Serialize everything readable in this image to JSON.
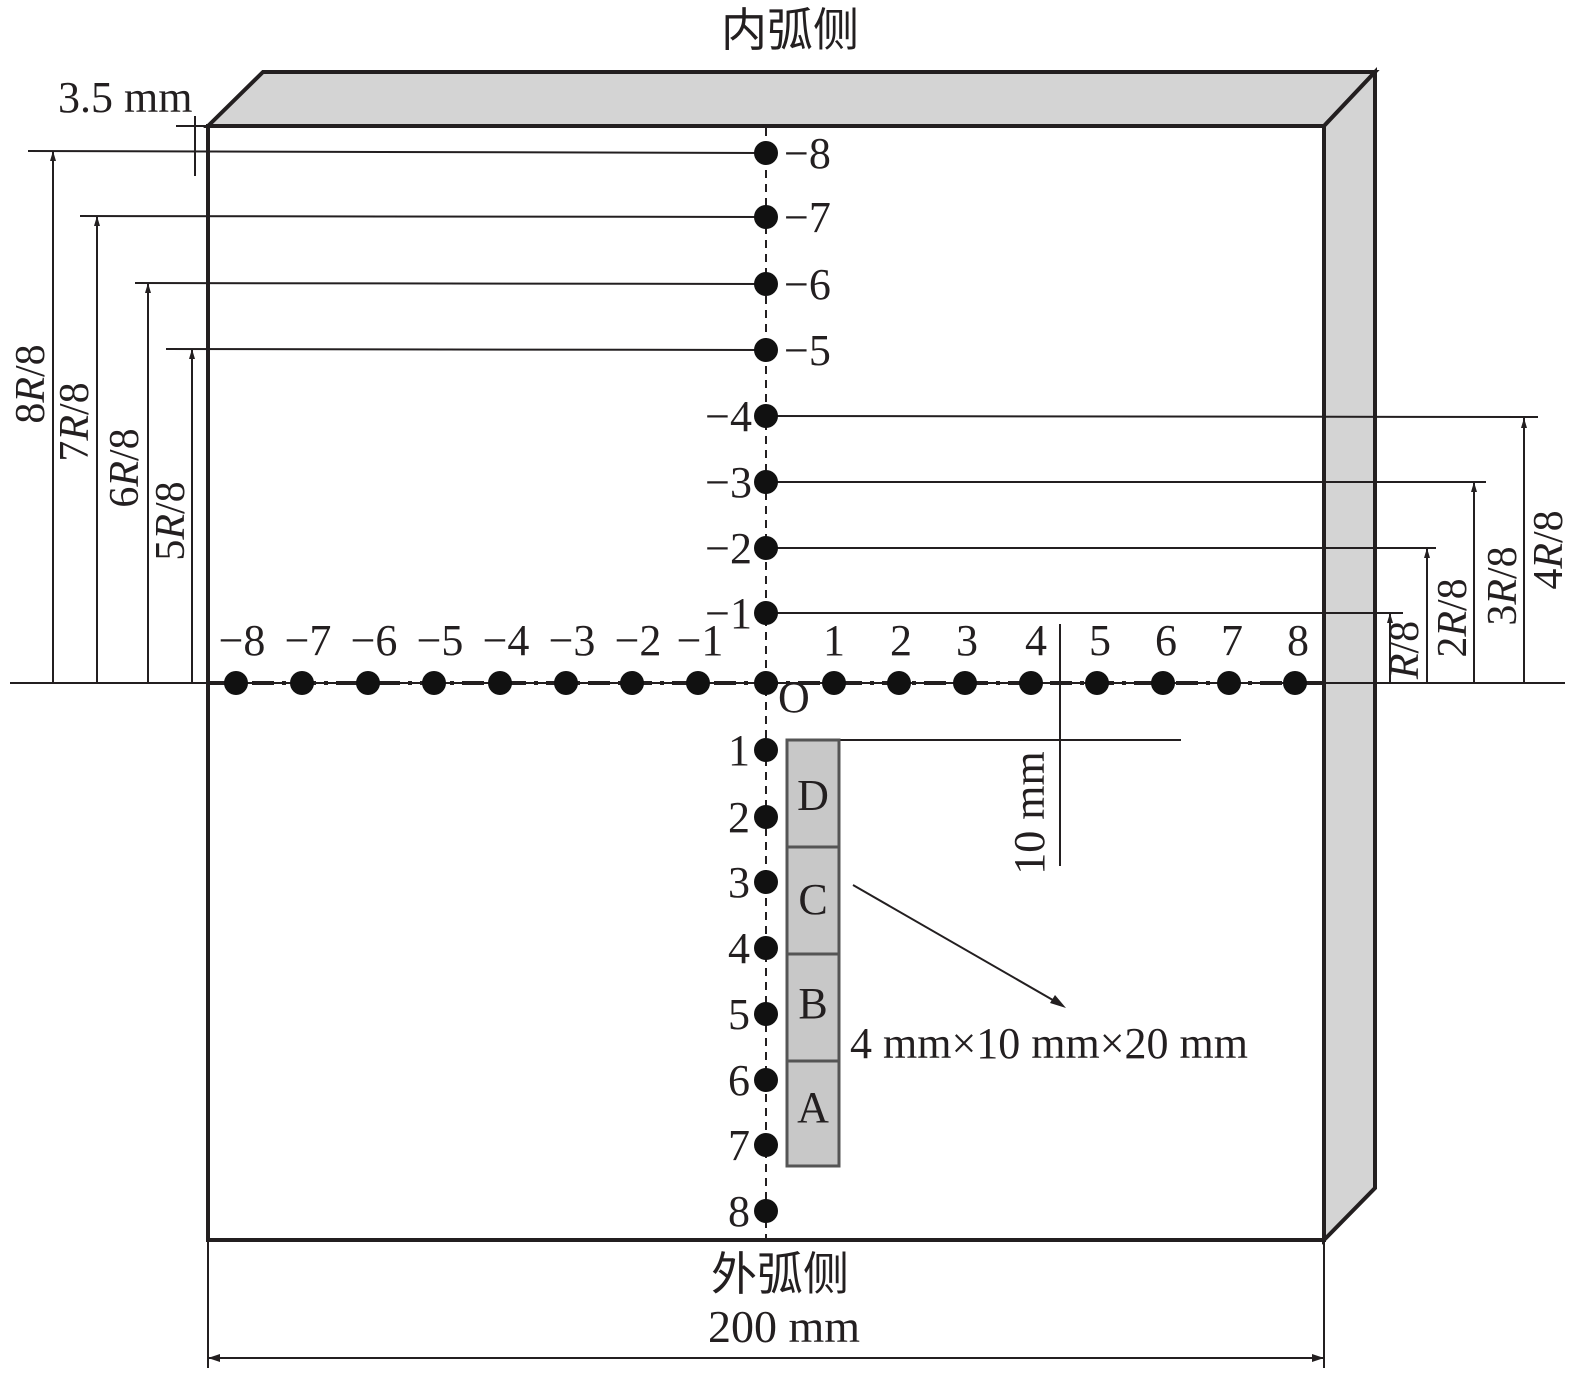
{
  "labels": {
    "top": "内弧侧",
    "bottom": "外弧侧",
    "width": "200 mm",
    "thickness": "3.5 mm",
    "specimen_size": "4 mm×10 mm×20 mm",
    "spacing": "10 mm",
    "origin": "O"
  },
  "vertical_ticks": [
    "−8",
    "−7",
    "−6",
    "−5",
    "−4",
    "−3",
    "−2",
    "−1",
    "1",
    "2",
    "3",
    "4",
    "5",
    "6",
    "7",
    "8"
  ],
  "horizontal_ticks": [
    "−8",
    "−7",
    "−6",
    "−5",
    "−4",
    "−3",
    "−2",
    "−1",
    "1",
    "2",
    "3",
    "4",
    "5",
    "6",
    "7",
    "8"
  ],
  "left_dimensions": [
    {
      "num": "8",
      "r": "R",
      "den": "/8"
    },
    {
      "num": "7",
      "r": "R",
      "den": "/8"
    },
    {
      "num": "6",
      "r": "R",
      "den": "/8"
    },
    {
      "num": "5",
      "r": "R",
      "den": "/8"
    }
  ],
  "right_dimensions": [
    {
      "num": "",
      "r": "R",
      "den": "/8"
    },
    {
      "num": "2",
      "r": "R",
      "den": "/8"
    },
    {
      "num": "3",
      "r": "R",
      "den": "/8"
    },
    {
      "num": "4",
      "r": "R",
      "den": "/8"
    }
  ],
  "specimens": [
    "D",
    "C",
    "B",
    "A"
  ],
  "colors": {
    "ink": "#231f20",
    "face_gray": "#d4d4d4",
    "specimen_gray": "#c8c8c8"
  }
}
